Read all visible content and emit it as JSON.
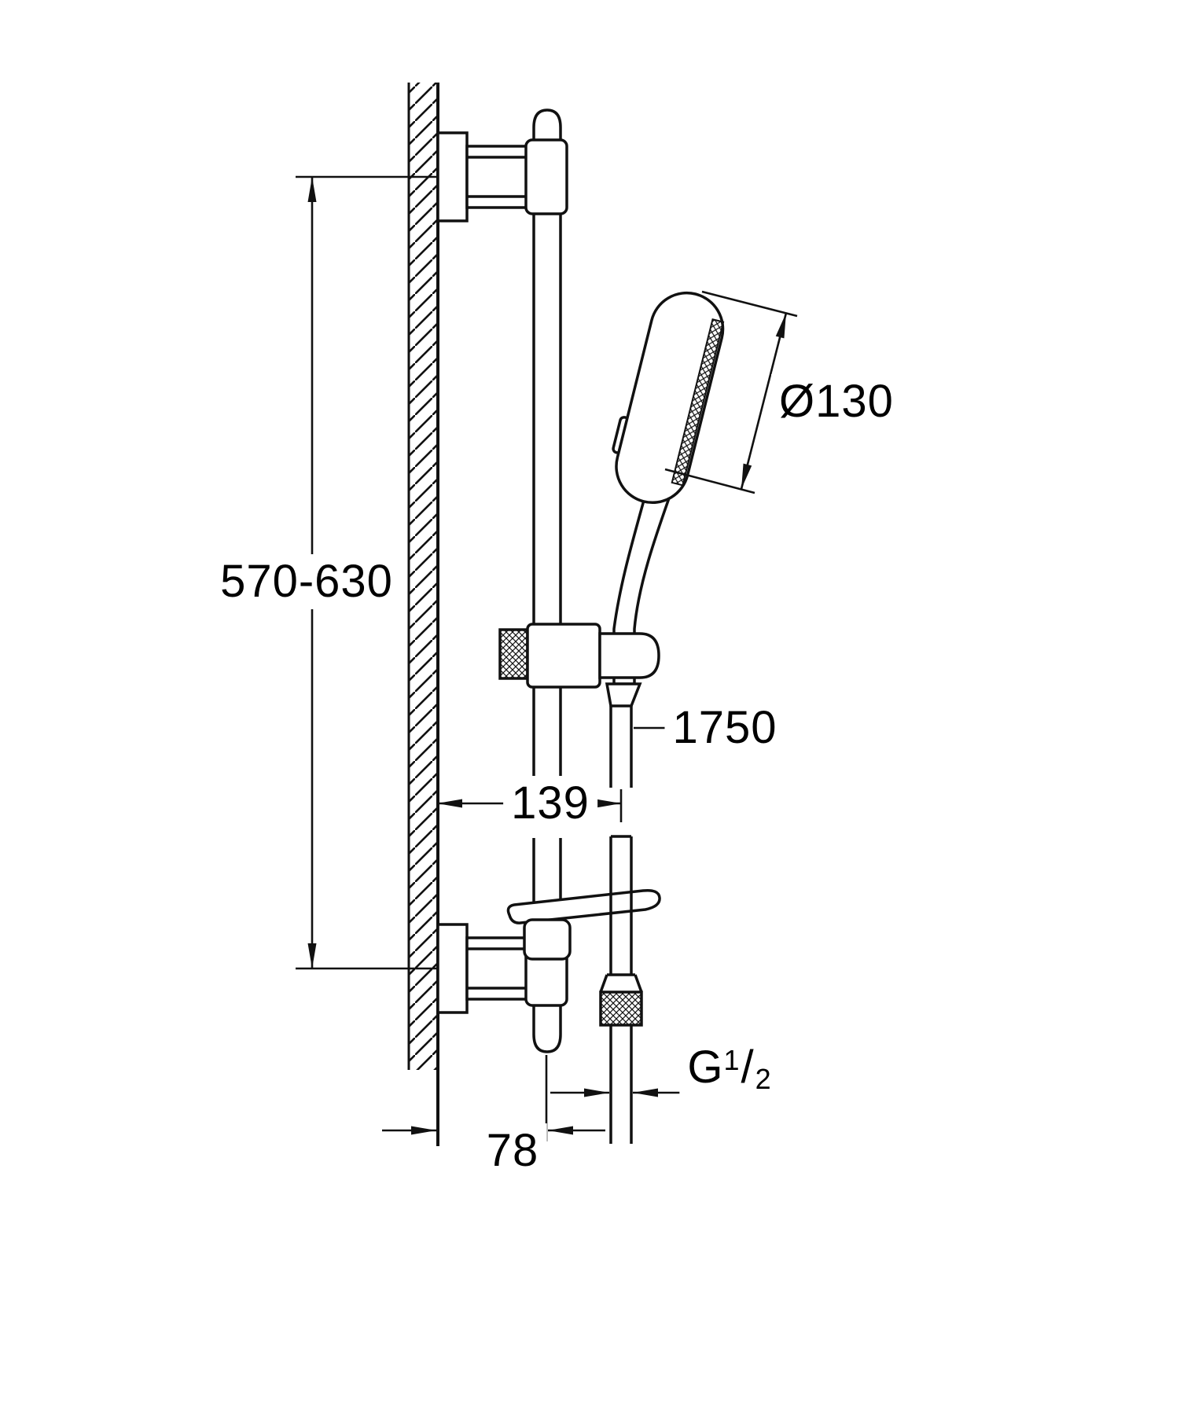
{
  "drawing": {
    "type": "technical-dimension-drawing",
    "product": "shower rail set with hand shower, wall brackets, slider holder, soap dish and hose",
    "line_color": "#000000",
    "background_color": "#ffffff"
  },
  "dimensions": {
    "rail_height": "570-630",
    "head_diameter": "Ø130",
    "hose_length": "1750",
    "wall_to_hose_offset": "139",
    "wall_to_rail_offset": "78",
    "thread": {
      "letter": "G",
      "numerator": "1",
      "slash": "/",
      "denominator": "2"
    }
  }
}
